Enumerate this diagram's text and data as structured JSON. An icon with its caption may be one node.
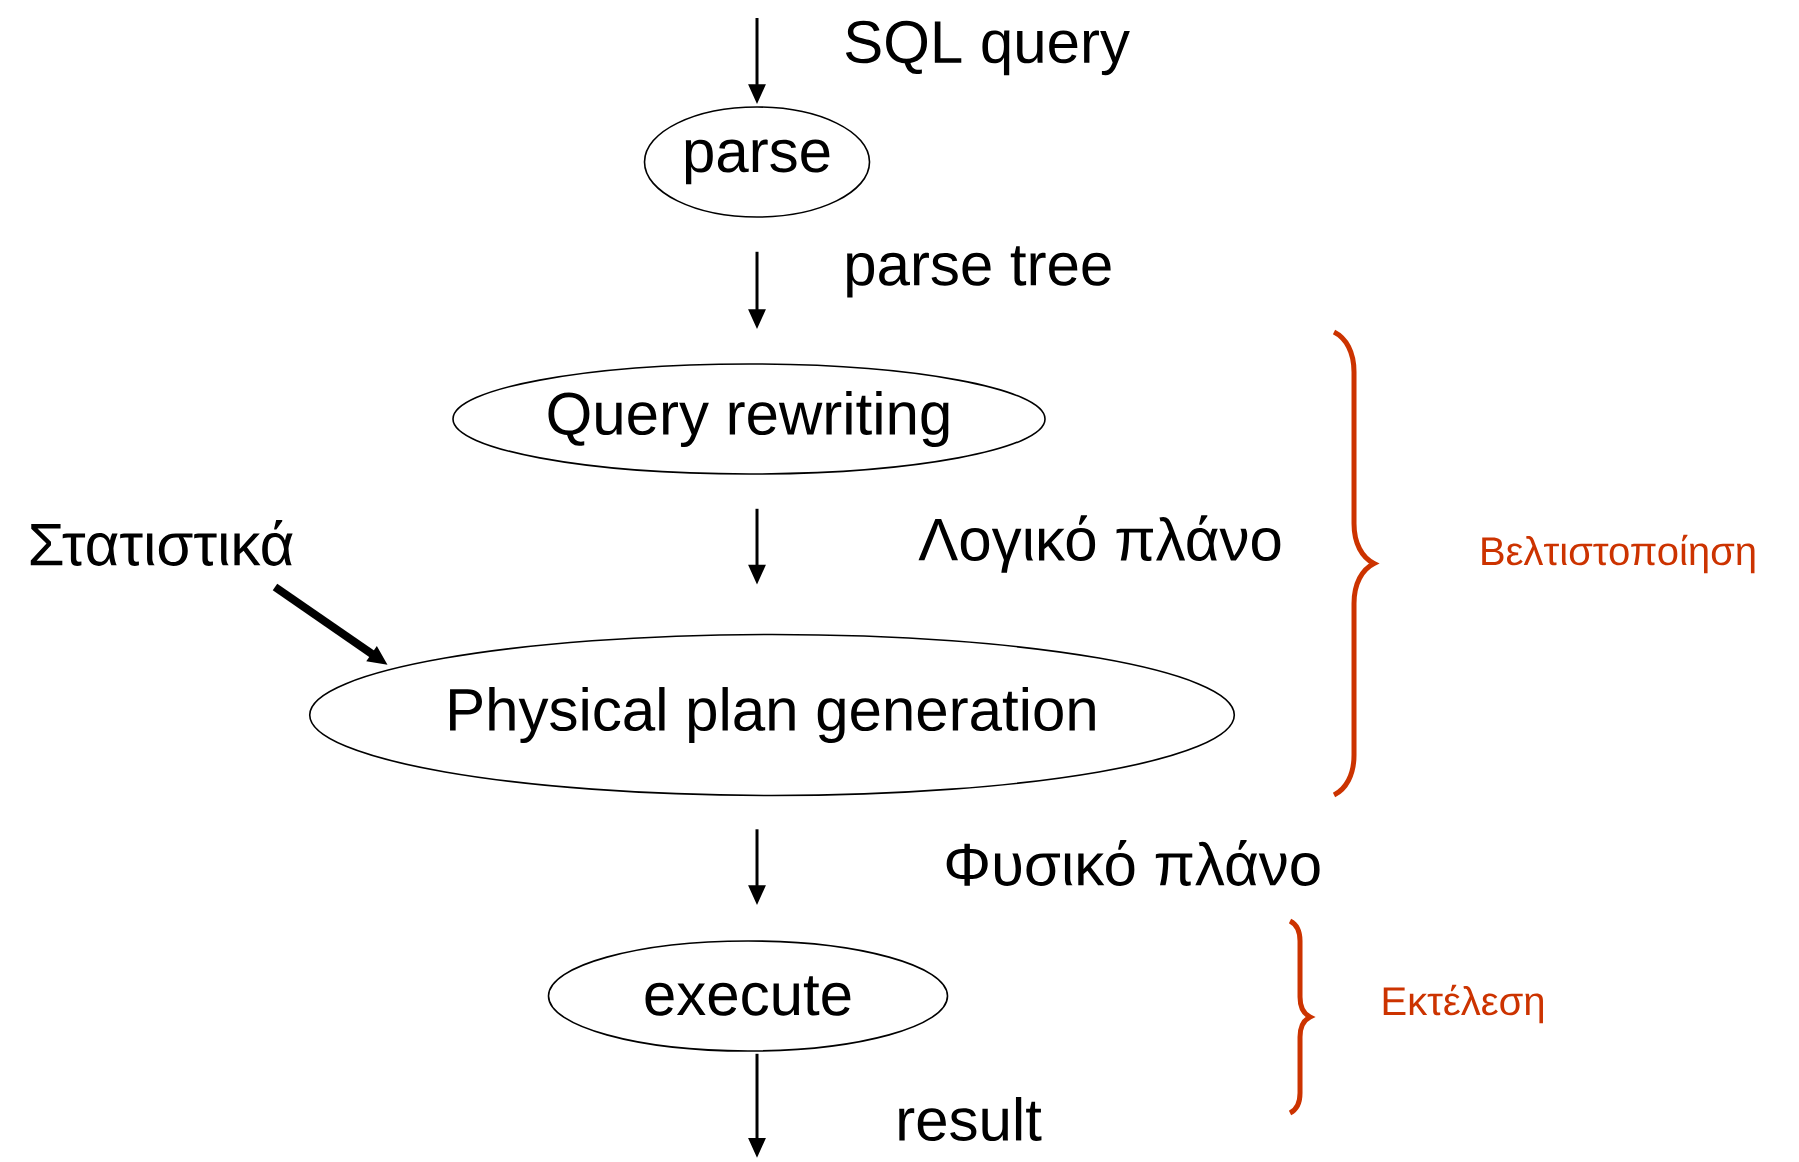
{
  "diagram": {
    "nodes": [
      {
        "text": [
          "parse"
        ]
      },
      {
        "text": [
          "Query rewriting"
        ]
      },
      {
        "text": [
          "Στατιστικά"
        ]
      },
      {
        "text": [
          "Physical plan generation"
        ]
      },
      {
        "text": [
          "execute"
        ]
      }
    ],
    "edges": [
      {
        "from": null,
        "to": 0,
        "arrow": "to",
        "label": "SQL query"
      },
      {
        "from": 0,
        "to": 1,
        "arrow": "to",
        "label": "parse tree"
      },
      {
        "from": 1,
        "to": 3,
        "arrow": "to",
        "label": "Λογικό πλάνο"
      },
      {
        "from": 2,
        "to": 3,
        "arrow": "to",
        "style": "thick"
      },
      {
        "from": 3,
        "to": 4,
        "arrow": "to",
        "label": "Φυσικό πλάνο"
      },
      {
        "from": 4,
        "to": null,
        "arrow": "to",
        "label": "result"
      }
    ],
    "labels": [
      "Βελτιστοποίηση",
      "Εκτέλεση"
    ]
  }
}
